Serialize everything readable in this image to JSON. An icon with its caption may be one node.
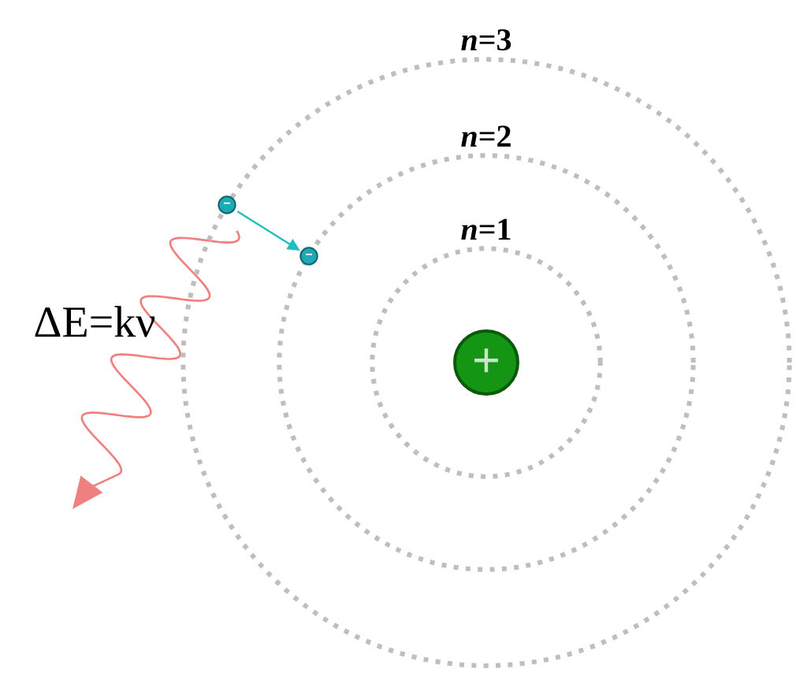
{
  "diagram": {
    "nodes": [
      {
        "text": [
          "*n*=3"
        ]
      },
      {
        "text": [
          "*n*=2"
        ],
        "in": 0
      },
      {
        "text": [
          "*n*=1"
        ],
        "in": 1
      },
      {
        "text": [
          "+"
        ],
        "in": 2
      },
      {
        "text": [
          "−"
        ]
      },
      {
        "text": [
          "−"
        ],
        "in": 0
      }
    ],
    "edges": [
      {
        "from": 4,
        "to": 5,
        "arrow": "to",
        "color": "#1fbfbf"
      }
    ],
    "labels": [
      "ΔE=kν"
    ]
  }
}
